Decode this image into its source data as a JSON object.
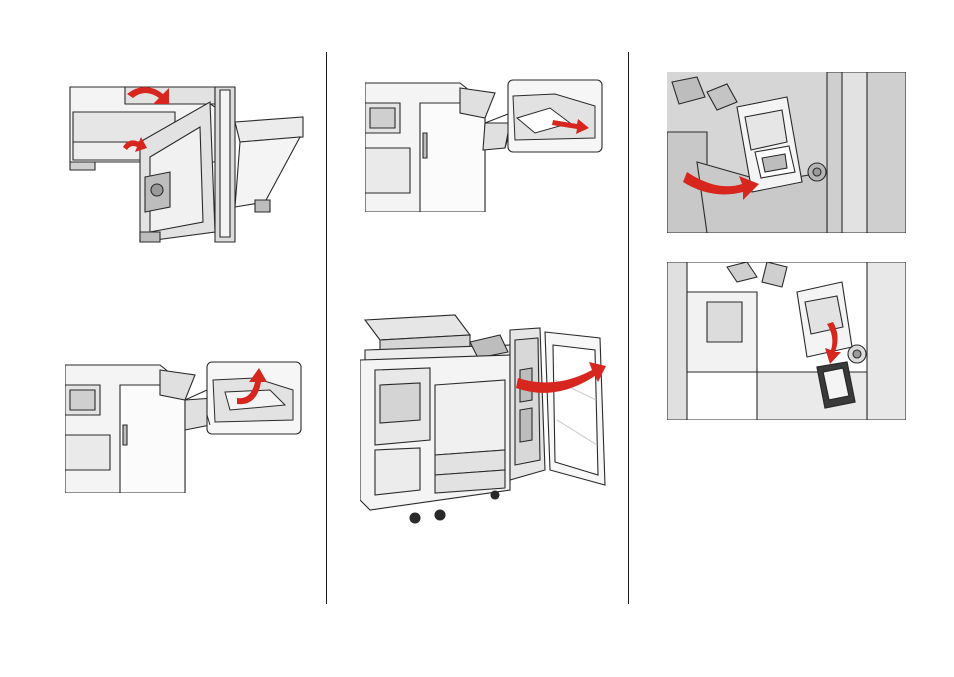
{
  "page": {
    "columns": 3
  },
  "figures": [
    {
      "id": "fig1",
      "depicts": "open-finisher-door-and-lift-lever",
      "icon": "curved-red-arrow"
    },
    {
      "id": "fig2",
      "depicts": "remove-jammed-paper-output-bin",
      "icon": "curved-red-arrow"
    },
    {
      "id": "fig3",
      "depicts": "pull-jammed-paper-from-output-area",
      "icon": "straight-red-arrow"
    },
    {
      "id": "fig4",
      "depicts": "open-finisher-front-door",
      "icon": "curved-red-arrow"
    },
    {
      "id": "fig5",
      "depicts": "rotate-staple-cartridge-unit",
      "icon": "curved-red-arrow"
    },
    {
      "id": "fig6",
      "depicts": "remove-staple-cartridge",
      "icon": "curved-red-arrow"
    }
  ],
  "colors": {
    "arrow": "#d7261e",
    "line": "#2a2a2a",
    "fill_light": "#f4f4f4",
    "fill_mid": "#e2e2e2",
    "fill_dark": "#bdbdbd",
    "panel_gray": "#d6d6d6"
  }
}
